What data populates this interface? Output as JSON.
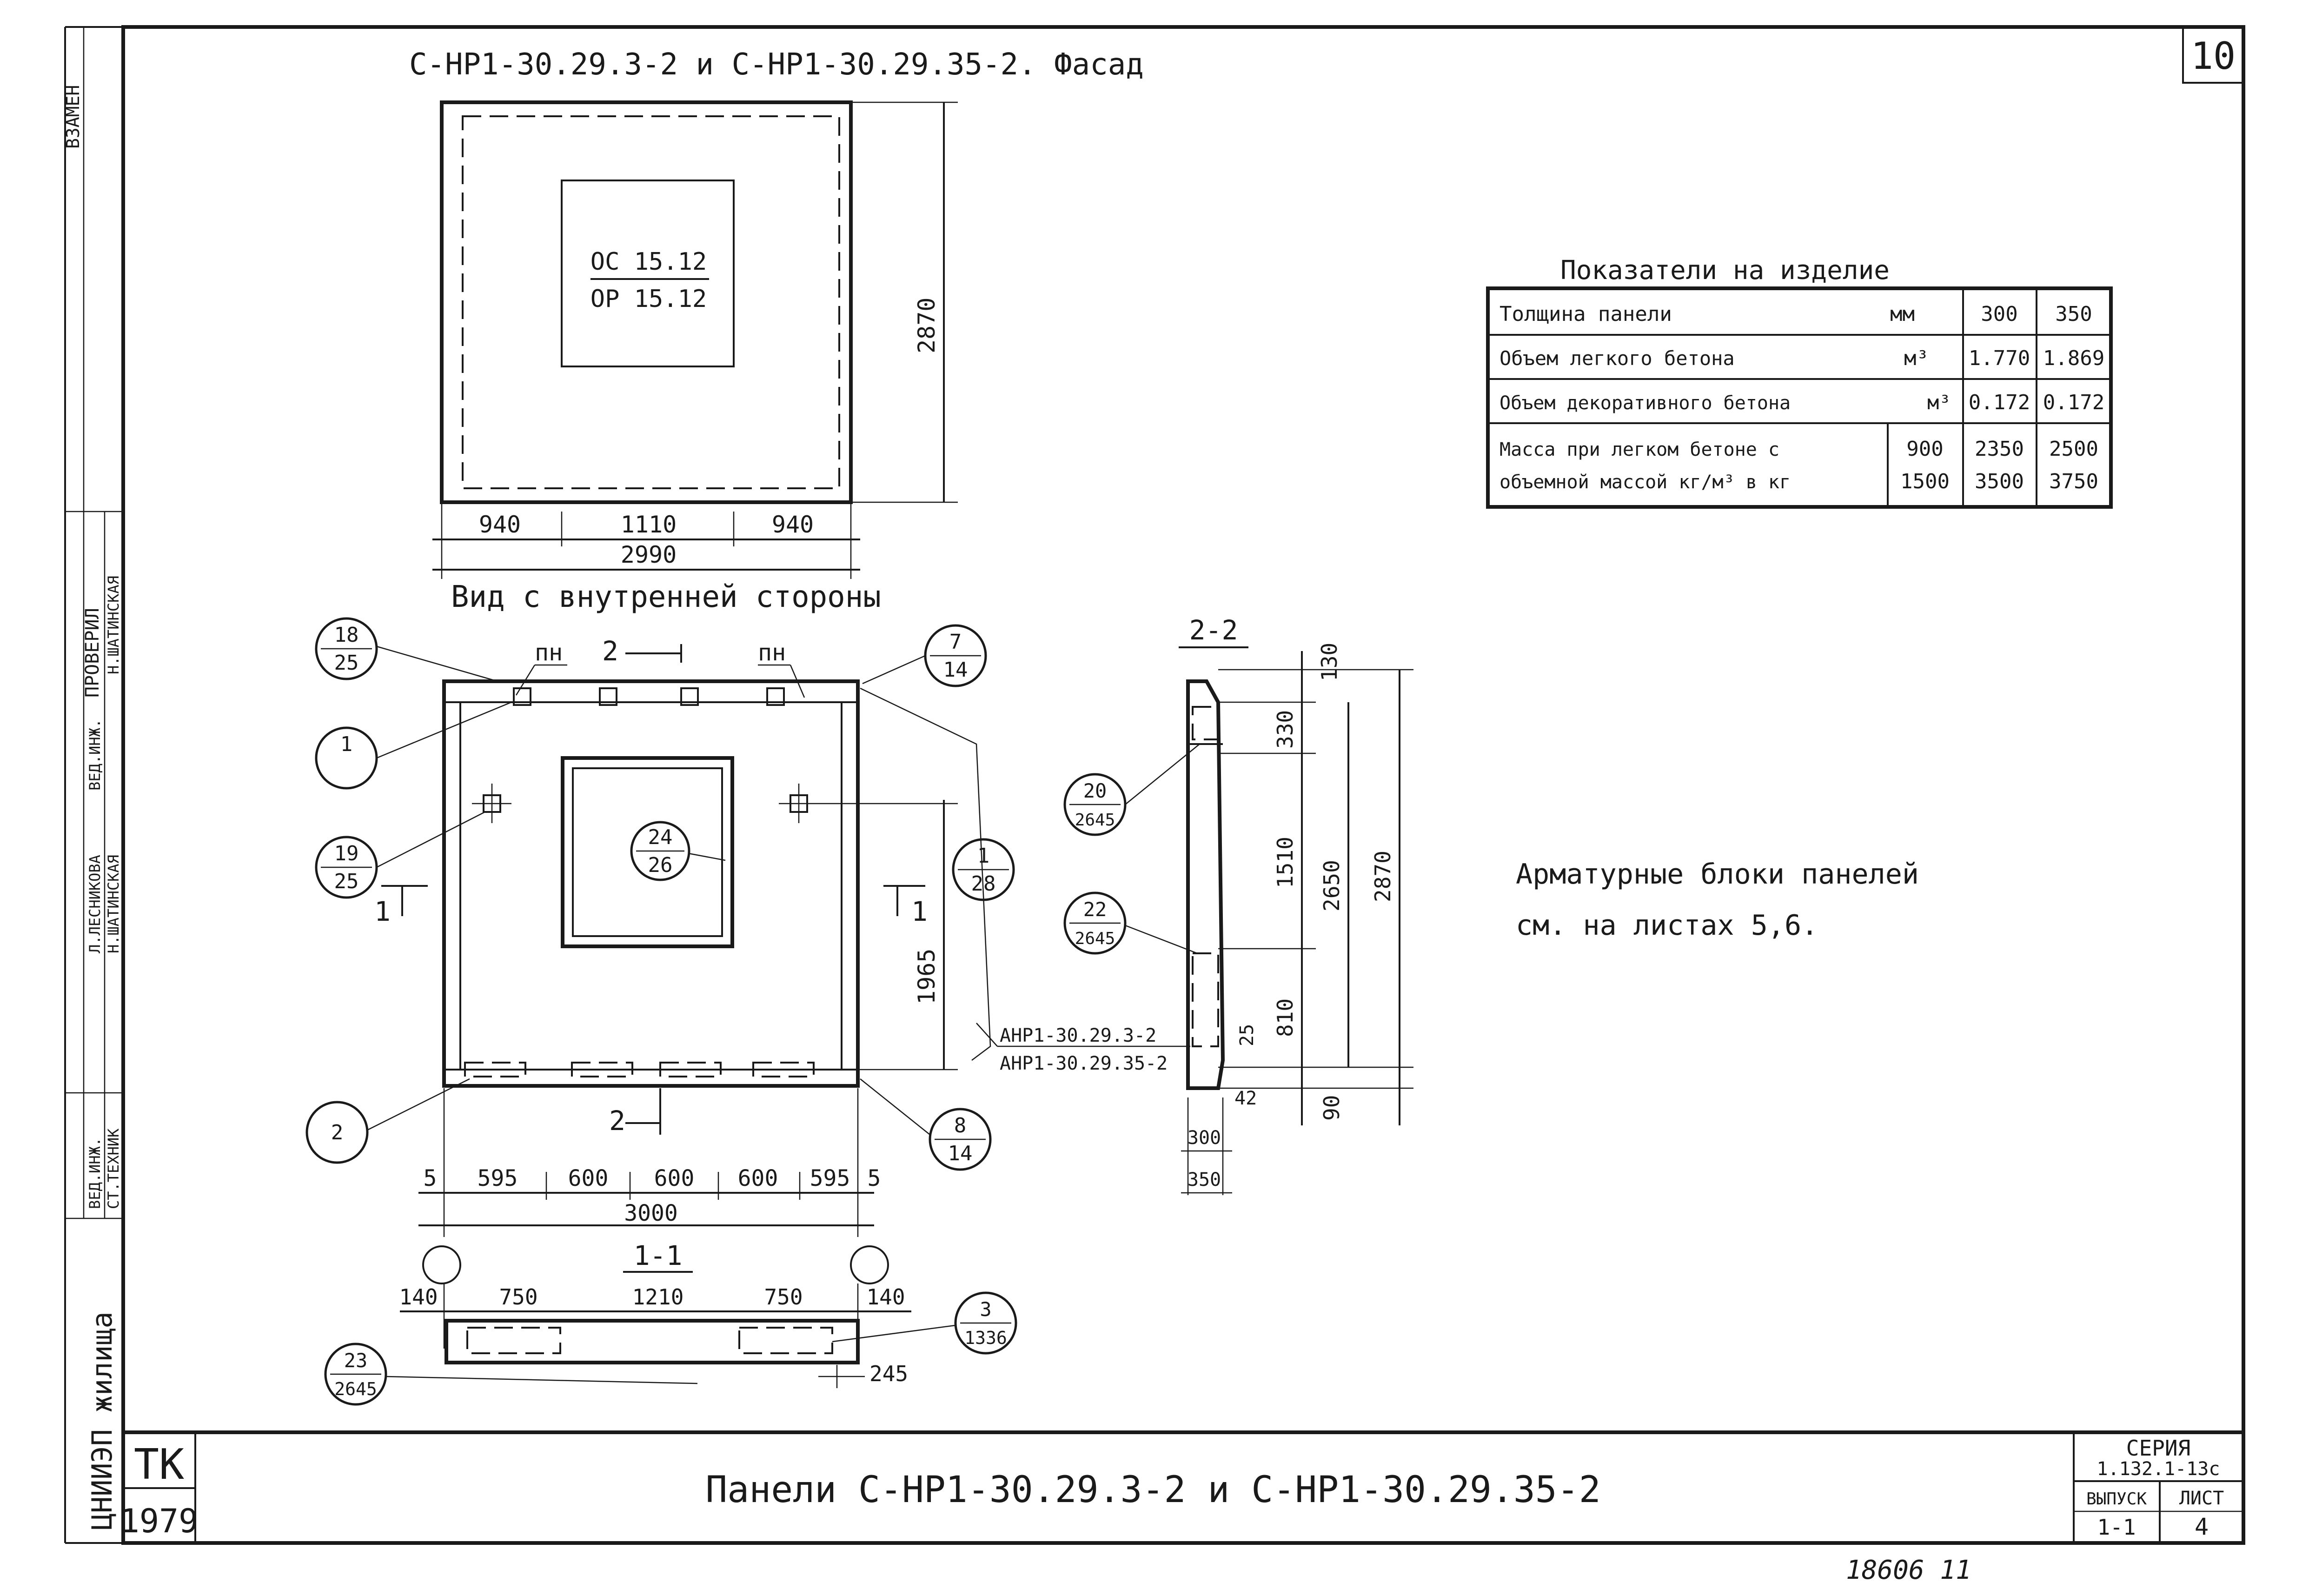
{
  "sheet": {
    "number": "10",
    "bottom_note": "18606 11",
    "stamp_year": "1979",
    "stamp_code": "ТК",
    "org": "ЦНИИЭП жилища",
    "title": "Панели С-НР1-30.29.3-2 и С-НР1-30.29.35-2",
    "series_label": "СЕРИЯ",
    "series_value": "1.132.1-13с",
    "issue_label": "ВЫПУСК",
    "issue_value": "1-1",
    "sheet_label": "ЛИСТ",
    "sheet_value": "4"
  },
  "signatures": {
    "zamen": "ВЗАМЕН",
    "proveril": "ПРОВЕРИЛ",
    "role1": "СТ.ТЕХНИК",
    "role2": "ВЕД.ИНЖ.",
    "name1": "Н.ШАТИНСКАЯ",
    "name2": "Л.ЛЕСНИКОВА",
    "name3": "Н.ШАТИНСКАЯ",
    "role3": "ВЕД.ИНЖ."
  },
  "facade": {
    "title": "С-НР1-30.29.3-2 и С-НР1-30.29.35-2. Фасад",
    "window_top": "ОС 15.12",
    "window_bottom": "ОР 15.12",
    "height": "2870",
    "dims": [
      "940",
      "1110",
      "940"
    ],
    "total": "2990"
  },
  "inner_view": {
    "title": "Вид с внутренней стороны",
    "pn_left": "пн",
    "pn_right": "пн",
    "section_mark": "2",
    "section_mark_bottom": "2",
    "cut_left": "1",
    "cut_right": "1",
    "dim_height": "1965",
    "bottom_dims": [
      "5",
      "595",
      "600",
      "600",
      "600",
      "595",
      "5"
    ],
    "bottom_total": "3000",
    "block_codes": [
      "АНР1-30.29.3-2",
      "АНР1-30.29.35-2"
    ],
    "callouts": [
      {
        "top": "18",
        "bottom": "25"
      },
      {
        "top": "1",
        "bottom": ""
      },
      {
        "top": "19",
        "bottom": "25"
      },
      {
        "top": "24",
        "bottom": "26"
      },
      {
        "top": "7",
        "bottom": "14"
      },
      {
        "top": "1",
        "bottom": "28"
      },
      {
        "top": "2",
        "bottom": ""
      },
      {
        "top": "8",
        "bottom": "14"
      }
    ]
  },
  "section11": {
    "title": "1-1",
    "dims": [
      "140",
      "750",
      "1210",
      "750",
      "140"
    ],
    "dim_245": "245",
    "callouts": [
      {
        "top": "3",
        "bottom": "1336"
      },
      {
        "top": "23",
        "bottom": "2645"
      }
    ]
  },
  "section22": {
    "title": "2-2",
    "dims_right": [
      "130",
      "330",
      "1510",
      "810",
      "25",
      "90"
    ],
    "dim_2650": "2650",
    "dim_2870": "2870",
    "dim_42": "42",
    "thick_300": "300",
    "thick_350": "350",
    "callouts": [
      {
        "top": "20",
        "bottom": "2645"
      },
      {
        "top": "22",
        "bottom": "2645"
      }
    ]
  },
  "indicators": {
    "title": "Показатели на изделие",
    "rows": [
      {
        "name": "Толщина панели",
        "unit": "мм",
        "v300": "300",
        "v350": "350"
      },
      {
        "name": "Объем легкого бетона",
        "unit": "м³",
        "v300": "1.770",
        "v350": "1.869"
      },
      {
        "name": "Объем декоративного бетона",
        "unit": "м³",
        "v300": "0.172",
        "v350": "0.172"
      }
    ],
    "mass_line1": "Масса при легком бетоне с",
    "mass_line2": "объемной массой кг/м³ в кг",
    "mass_rows": [
      {
        "density": "900",
        "v300": "2350",
        "v350": "2500"
      },
      {
        "density": "1500",
        "v300": "3500",
        "v350": "3750"
      }
    ]
  },
  "note": {
    "line1": "Арматурные блоки панелей",
    "line2": "см. на листах 5,6."
  }
}
